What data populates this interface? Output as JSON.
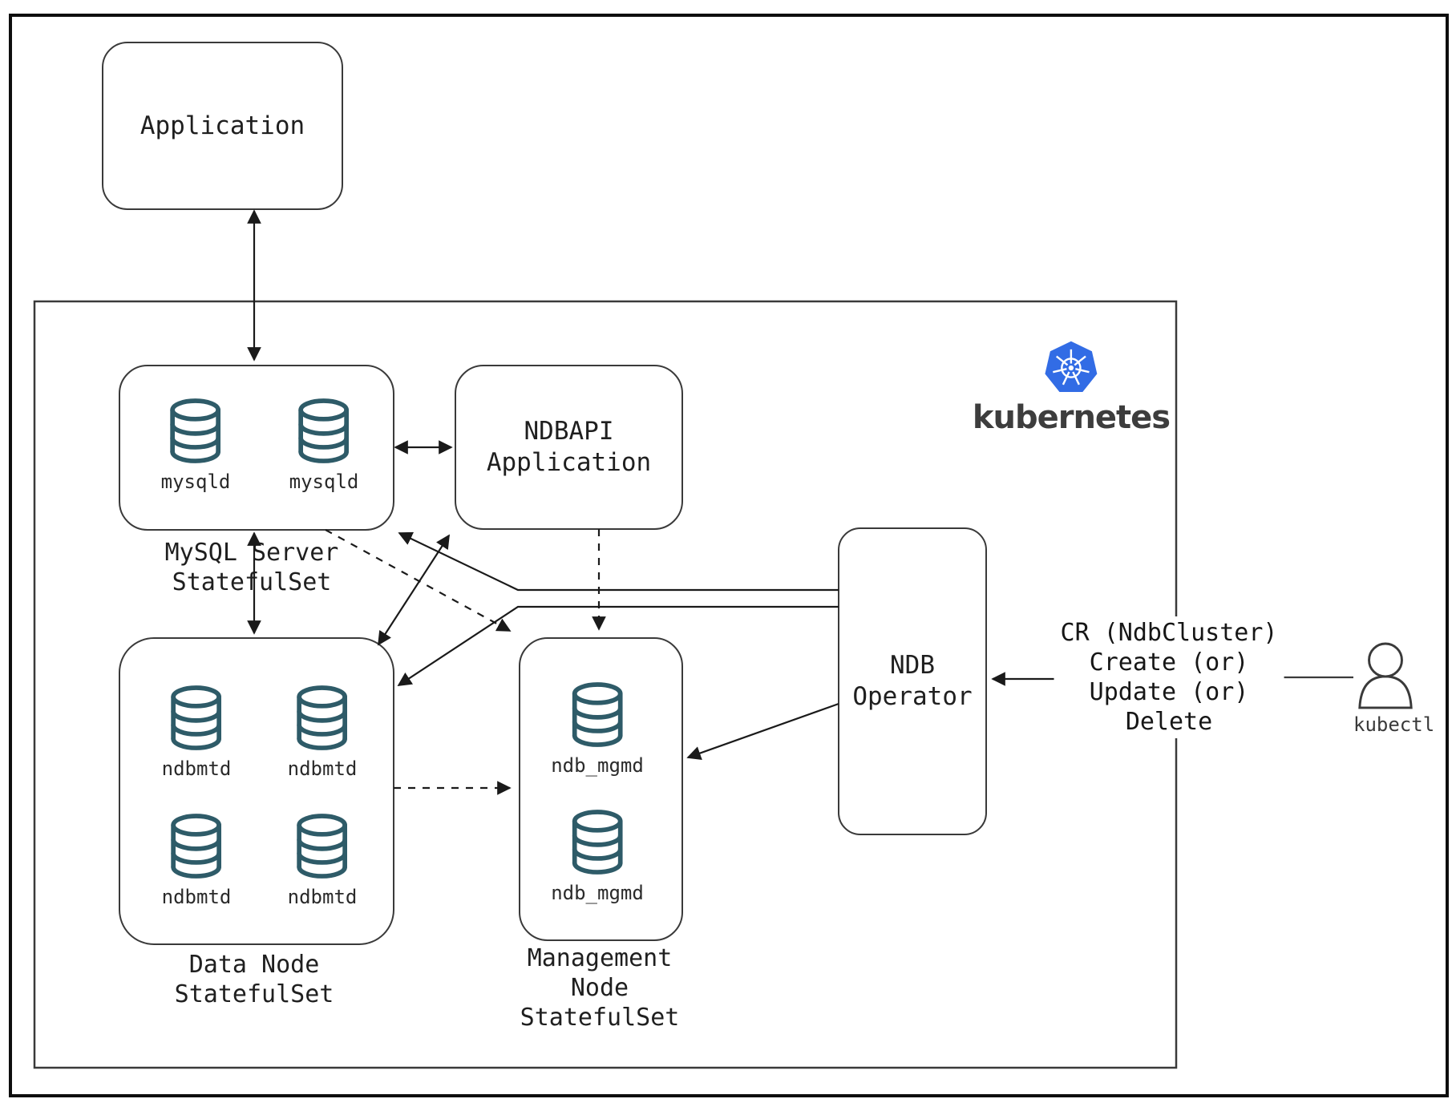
{
  "colors": {
    "kubernetes_blue": "#326ce5",
    "cylinder_stroke": "#2e5b68",
    "box_border": "#3a3a3a",
    "arrow": "#1a1a1a"
  },
  "application_box": {
    "label": "Application"
  },
  "kubernetes": {
    "logo_label": "kubernetes"
  },
  "mysql_box": {
    "pods": [
      "mysqld",
      "mysqld"
    ],
    "label": "MySQL Server\nStatefulSet"
  },
  "ndbapi_box": {
    "label": "NDBAPI\nApplication"
  },
  "data_node_box": {
    "pods": [
      "ndbmtd",
      "ndbmtd",
      "ndbmtd",
      "ndbmtd"
    ],
    "label": "Data Node\nStatefulSet"
  },
  "management_box": {
    "pods": [
      "ndb_mgmd",
      "ndb_mgmd"
    ],
    "label": "Management\nNode\nStatefulSet"
  },
  "operator_box": {
    "label": "NDB\nOperator"
  },
  "cr_note": {
    "label": "CR (NdbCluster)\nCreate (or)\nUpdate (or)\nDelete"
  },
  "kubectl": {
    "label": "kubectl"
  }
}
